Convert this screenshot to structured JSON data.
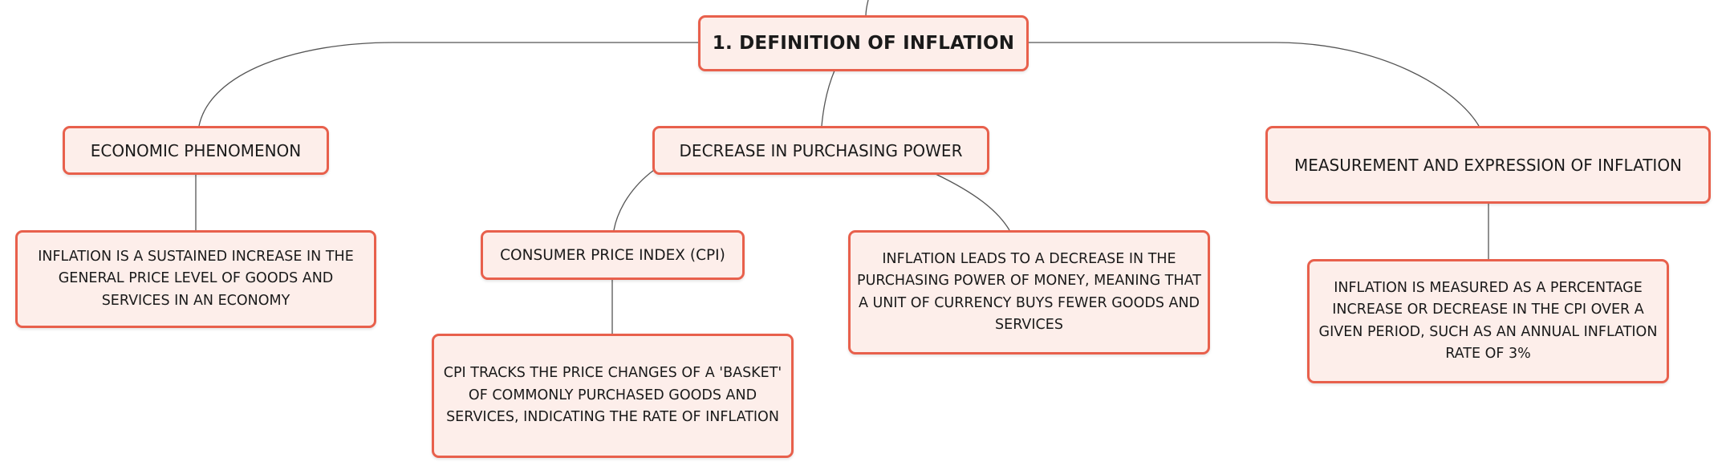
{
  "diagram": {
    "root": {
      "label": "1. DEFINITION OF INFLATION"
    },
    "branches": [
      {
        "label": "ECONOMIC PHENOMENON",
        "details": [
          "INFLATION IS A SUSTAINED INCREASE IN THE GENERAL PRICE LEVEL OF GOODS AND SERVICES IN AN ECONOMY"
        ]
      },
      {
        "label": "DECREASE IN PURCHASING POWER",
        "children": [
          {
            "label": "CONSUMER PRICE INDEX (CPI)",
            "details": [
              "CPI TRACKS THE PRICE CHANGES OF A 'BASKET' OF COMMONLY PURCHASED GOODS AND SERVICES, INDICATING THE RATE OF INFLATION"
            ]
          }
        ],
        "details": [
          "INFLATION LEADS TO A DECREASE IN THE PURCHASING POWER OF MONEY, MEANING THAT A UNIT OF CURRENCY BUYS FEWER GOODS AND SERVICES"
        ]
      },
      {
        "label": "MEASUREMENT AND EXPRESSION OF INFLATION",
        "details": [
          "INFLATION IS MEASURED AS A PERCENTAGE INCREASE OR DECREASE IN THE CPI OVER A GIVEN PERIOD, SUCH AS AN ANNUAL INFLATION RATE OF 3%"
        ]
      }
    ]
  },
  "colors": {
    "node_border": "#e8604c",
    "node_fill": "#fdeeea",
    "connector": "#555555",
    "text": "#1a1a1a"
  }
}
